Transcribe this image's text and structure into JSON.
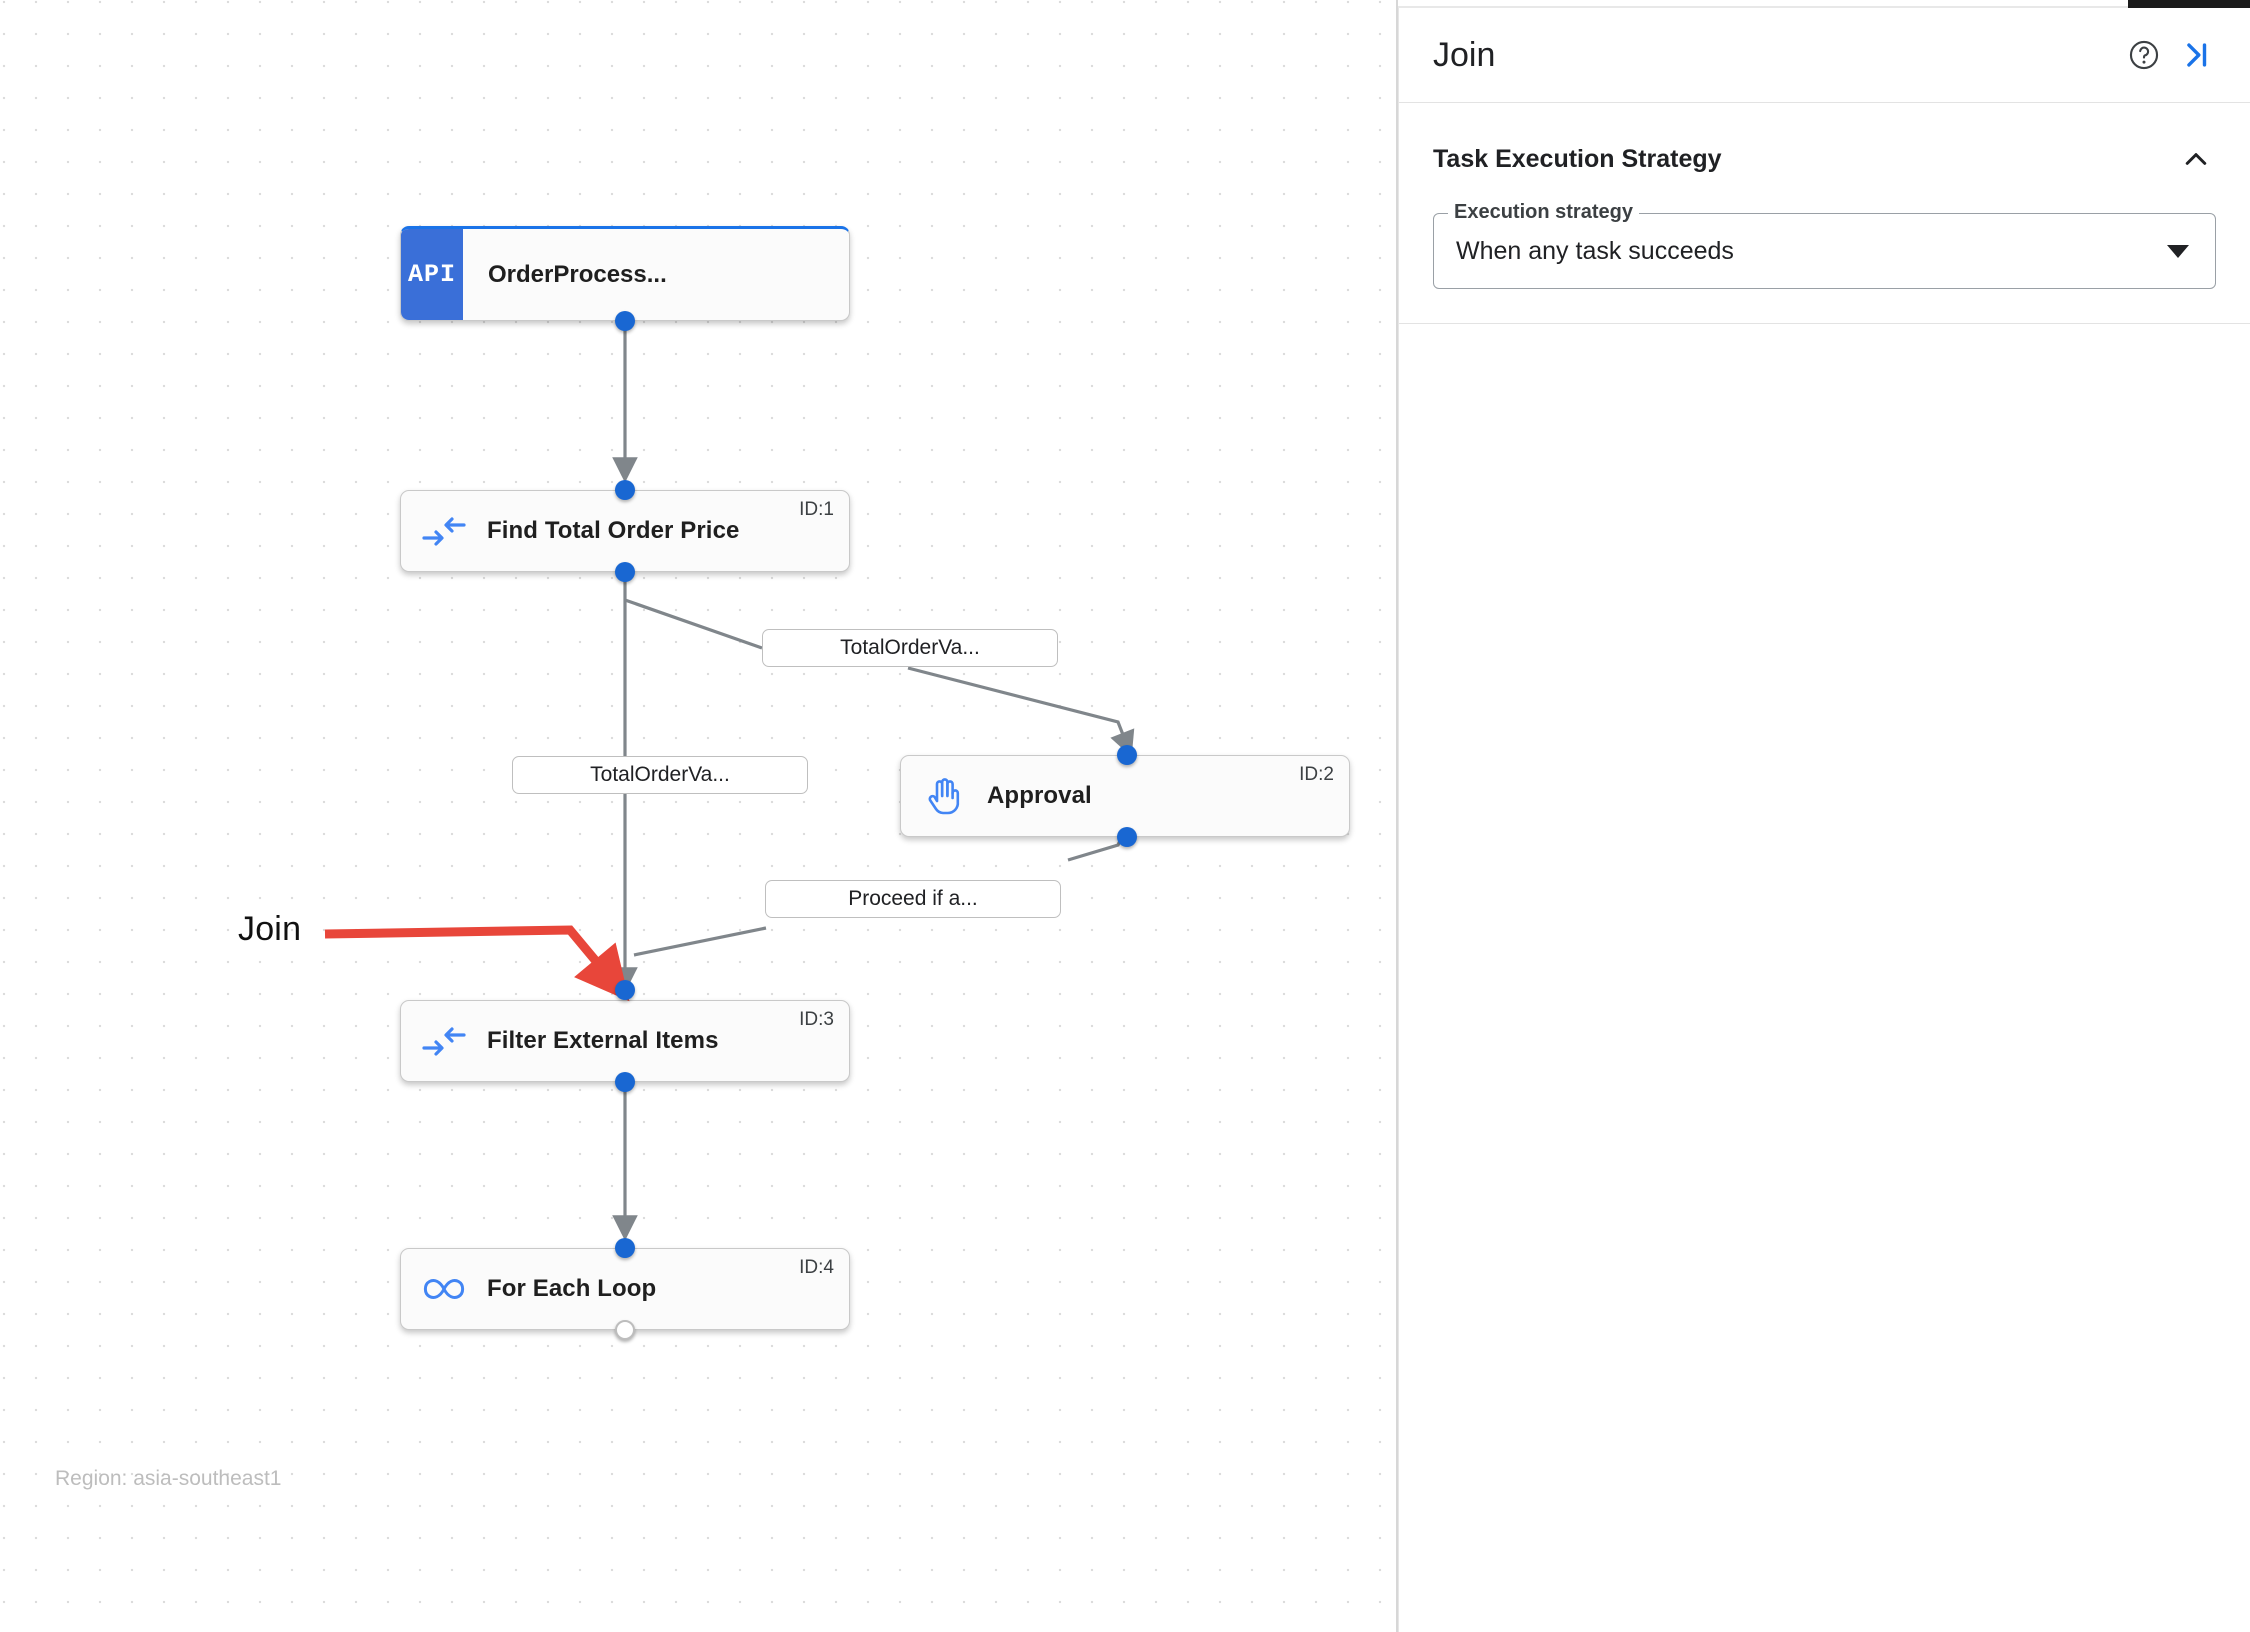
{
  "canvas": {
    "region_label": "Region: asia-southeast1",
    "annotation": {
      "text": "Join",
      "color": "#e8463a"
    },
    "nodes": [
      {
        "id": "api",
        "type": "api",
        "badge": "API",
        "title": "OrderProcess...",
        "icon": "api-badge",
        "id_label": ""
      },
      {
        "id": "task1",
        "type": "task",
        "title": "Find Total Order Price",
        "icon": "merge-arrows-icon",
        "id_label": "ID:1"
      },
      {
        "id": "task2",
        "type": "task",
        "title": "Approval",
        "icon": "hand-icon",
        "id_label": "ID:2"
      },
      {
        "id": "task3",
        "type": "task",
        "title": "Filter External Items",
        "icon": "merge-arrows-icon",
        "id_label": "ID:3"
      },
      {
        "id": "task4",
        "type": "task",
        "title": "For Each Loop",
        "icon": "infinity-icon",
        "id_label": "ID:4"
      }
    ],
    "edge_labels": [
      {
        "id": "e1",
        "text": "TotalOrderVa..."
      },
      {
        "id": "e2",
        "text": "TotalOrderVa..."
      },
      {
        "id": "e3",
        "text": "Proceed if a..."
      }
    ]
  },
  "panel": {
    "title": "Join",
    "help_icon": "help-circle-icon",
    "collapse_icon": "collapse-panel-icon",
    "section": {
      "title": "Task Execution Strategy",
      "collapse_icon": "chevron-up-icon",
      "field": {
        "label": "Execution strategy",
        "value": "When any task succeeds",
        "dropdown_icon": "caret-down-icon"
      }
    }
  },
  "colors": {
    "accent": "#1a73e8",
    "port": "#1967d2",
    "api_badge_bg": "#3a6fd8",
    "annotation": "#e8463a",
    "edge": "#80868b"
  }
}
